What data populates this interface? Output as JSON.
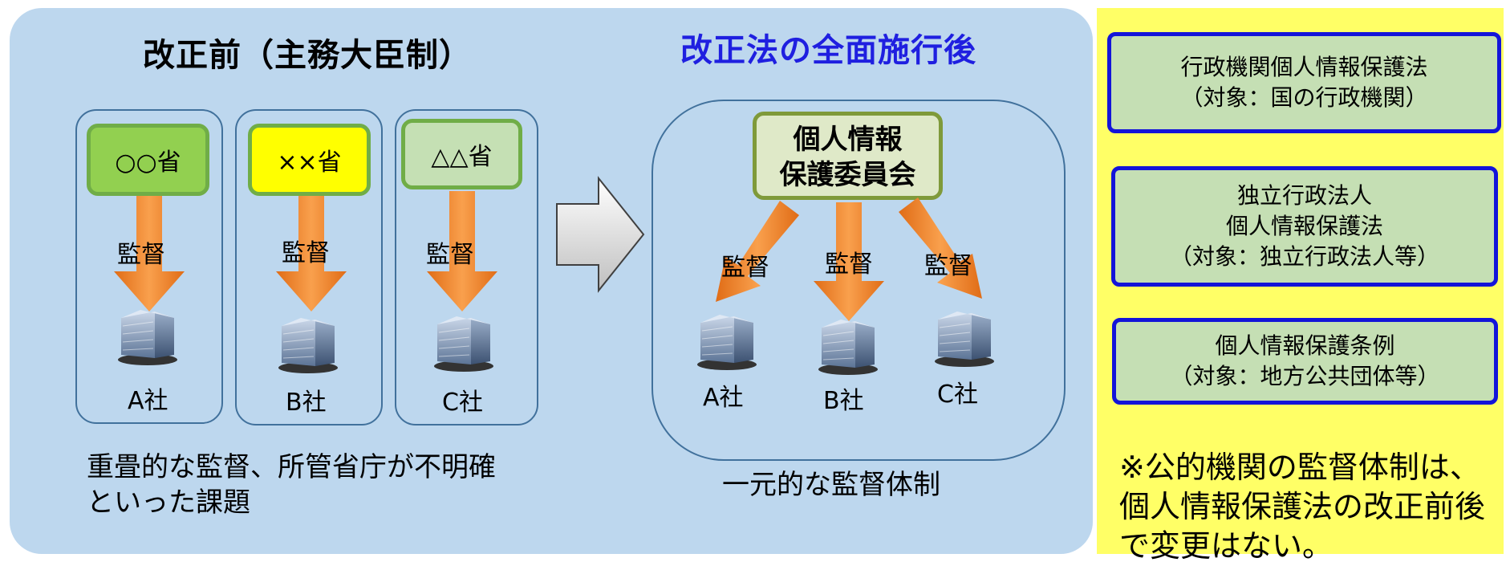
{
  "left": {
    "title": "改正前（主務大臣制）",
    "ministries": [
      {
        "label": "○○省",
        "fill": "#92d050"
      },
      {
        "label": "××省",
        "fill": "#ffff00"
      },
      {
        "label": "△△省",
        "fill": "#c5e0b4"
      }
    ],
    "supervise": "監督",
    "companies": [
      "A社",
      "B社",
      "C社"
    ],
    "caption_line1": "重畳的な監督、所管省庁が不明確",
    "caption_line2": "といった課題"
  },
  "after": {
    "title": "改正法の全面施行後",
    "committee_line1": "個人情報",
    "committee_line2": "保護委員会",
    "supervise": "監督",
    "companies": [
      "A社",
      "B社",
      "C社"
    ],
    "caption": "一元的な監督体制"
  },
  "right": {
    "laws": [
      {
        "lines": [
          "行政機関個人情報保護法",
          "（対象：国の行政機関）"
        ]
      },
      {
        "lines": [
          "独立行政法人",
          "個人情報保護法",
          "（対象：独立行政法人等）"
        ]
      },
      {
        "lines": [
          "個人情報保護条例",
          "（対象：地方公共団体等）"
        ]
      }
    ],
    "note_line1": "※公的機関の監督体制は、",
    "note_line2": "個人情報保護法の改正前後",
    "note_line3": "で変更はない。"
  },
  "icons": {
    "building": "office-building-icon",
    "arrow_down": "arrow-down-icon",
    "arrow_right": "big-right-arrow-icon"
  },
  "colors": {
    "panel_left": "#bdd7ee",
    "panel_right": "#ffff66",
    "arrow": "#f07d1f",
    "title_after": "#1f1fe0",
    "law_border": "#1414d9"
  }
}
